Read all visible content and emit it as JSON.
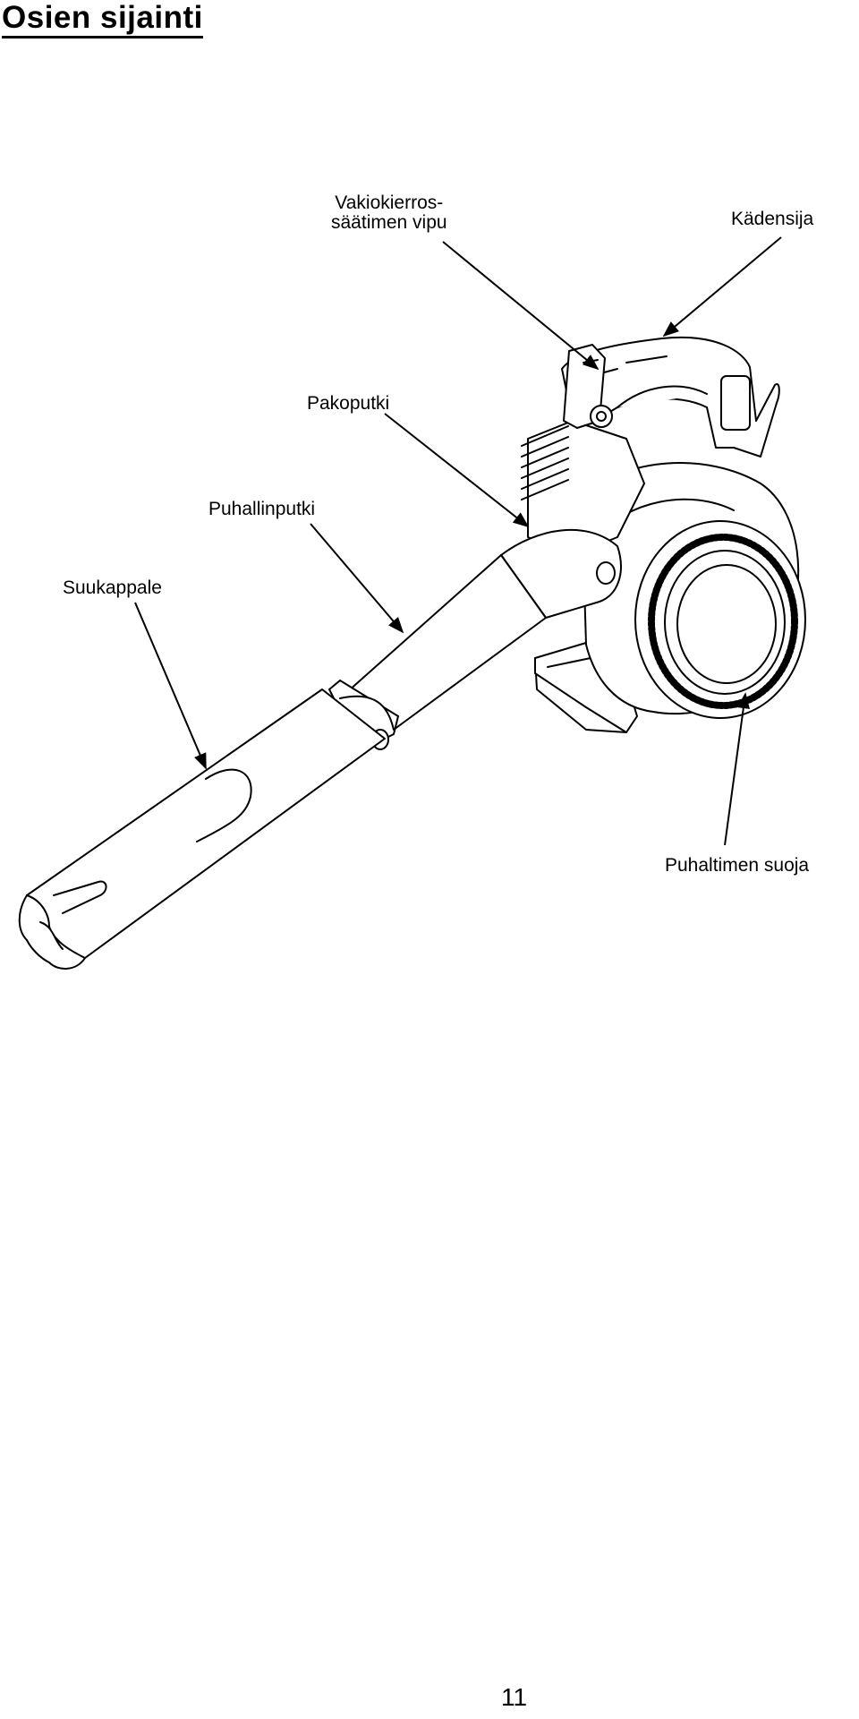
{
  "page": {
    "title": "Osien sijainti",
    "page_number": "11"
  },
  "labels": {
    "throttle_lever_line1": "Vakiokierros-",
    "throttle_lever_line2": "säätimen vipu",
    "handle": "Kädensija",
    "muffler": "Pakoputki",
    "blower_pipe": "Puhallinputki",
    "nozzle": "Suukappale",
    "fan_cover": "Puhaltimen suoja"
  }
}
